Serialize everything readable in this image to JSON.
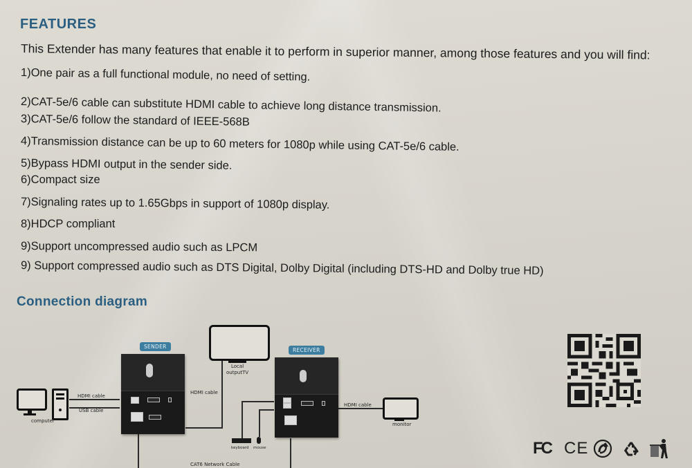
{
  "header": {
    "title": "FEATURES",
    "intro": "This Extender has many features that enable it to perform in superior manner, among those features and you will find:"
  },
  "features": [
    "1)One pair as a full functional module, no need of setting.",
    "2)CAT-5e/6 cable can substitute HDMI cable to achieve long distance transmission.",
    "3)CAT-5e/6 follow the standard of IEEE-568B",
    "4)Transmission distance can be up to 60 meters for 1080p while using CAT-5e/6 cable.",
    "5)Bypass HDMI output in the sender side.",
    "6)Compact size",
    "7)Signaling rates up to 1.65Gbps in support of 1080p display.",
    "8)HDCP compliant",
    "9)Support uncompressed audio such as LPCM",
    "9) Support compressed audio such as DTS Digital, Dolby Digital (including DTS-HD and Dolby true HD)"
  ],
  "diagram": {
    "title": "Connection diagram",
    "sender_label": "SENDER",
    "receiver_label": "RECEIVER",
    "computer_label": "computer",
    "local_tv_label_1": "Local",
    "local_tv_label_2": "outputTV",
    "monitor_label": "monitor",
    "hdmi_cable_left": "HDMI cable",
    "usb_cable": "USB cable",
    "hdmi_cable_mid": "HDMI cable",
    "hdmi_cable_right": "HDMI cable",
    "keyboard_label": "keyboard",
    "mouse_label": "mouse",
    "network_cable": "CAT6 Network Cable"
  },
  "certifications": {
    "fcc": "FC",
    "ce": "CE",
    "icons": [
      "fcc-icon",
      "ce-icon",
      "green-dot-icon",
      "recycle-icon",
      "weee-bin-icon"
    ]
  },
  "colors": {
    "heading": "#2b5f82",
    "badge": "#3d7ea0",
    "background": "#d8d5cd"
  }
}
